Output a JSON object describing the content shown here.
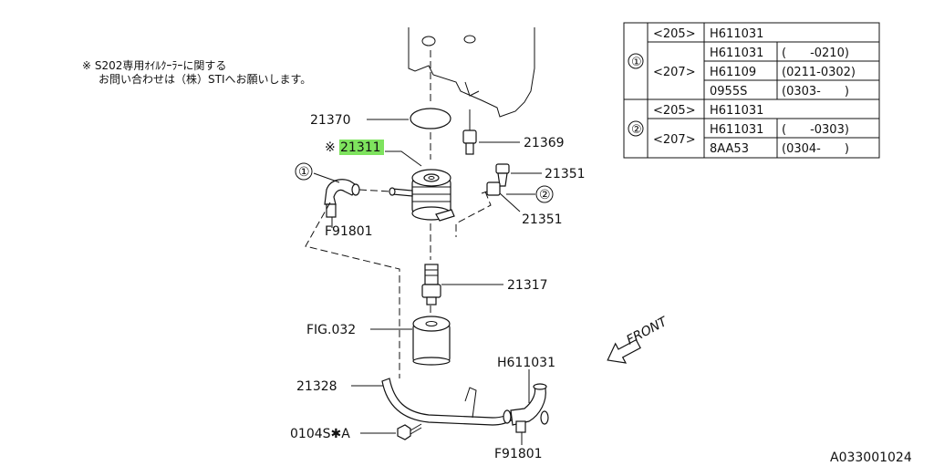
{
  "note": {
    "line1": "※ S202専用ｵｲﾙｸｰﾗｰに関する",
    "line2": "お問い合わせは（株）STIへお願いします。"
  },
  "callouts": {
    "c1": "①",
    "c2": "②"
  },
  "labels": {
    "p21370": "21370",
    "p21311_prefix": "※",
    "p21311": "21311",
    "p21369": "21369",
    "p21351_top": "21351",
    "p21351_bottom": "21351",
    "pF91801_left": "F91801",
    "p21317": "21317",
    "pFIG032": "FIG.032",
    "pH611031": "H611031",
    "p21328": "21328",
    "p0104S": "0104S✱A",
    "pF91801_bottom": "F91801",
    "front": "FRONT",
    "drawing_id": "A033001024"
  },
  "table": {
    "groups": [
      {
        "mark": "①",
        "rows": [
          {
            "model": "<205>",
            "part": "H611031",
            "range": ""
          },
          {
            "model": "<207>",
            "part": "H611031",
            "range": "(　　-0210)"
          },
          {
            "model": "",
            "part": "H61109",
            "range": "(0211-0302)"
          },
          {
            "model": "",
            "part": "0955S",
            "range": "(0303-　　)"
          }
        ]
      },
      {
        "mark": "②",
        "rows": [
          {
            "model": "<205>",
            "part": "H611031",
            "range": ""
          },
          {
            "model": "<207>",
            "part": "H611031",
            "range": "(　　-0303)"
          },
          {
            "model": "",
            "part": "8AA53",
            "range": "(0304-　　)"
          }
        ]
      }
    ]
  }
}
